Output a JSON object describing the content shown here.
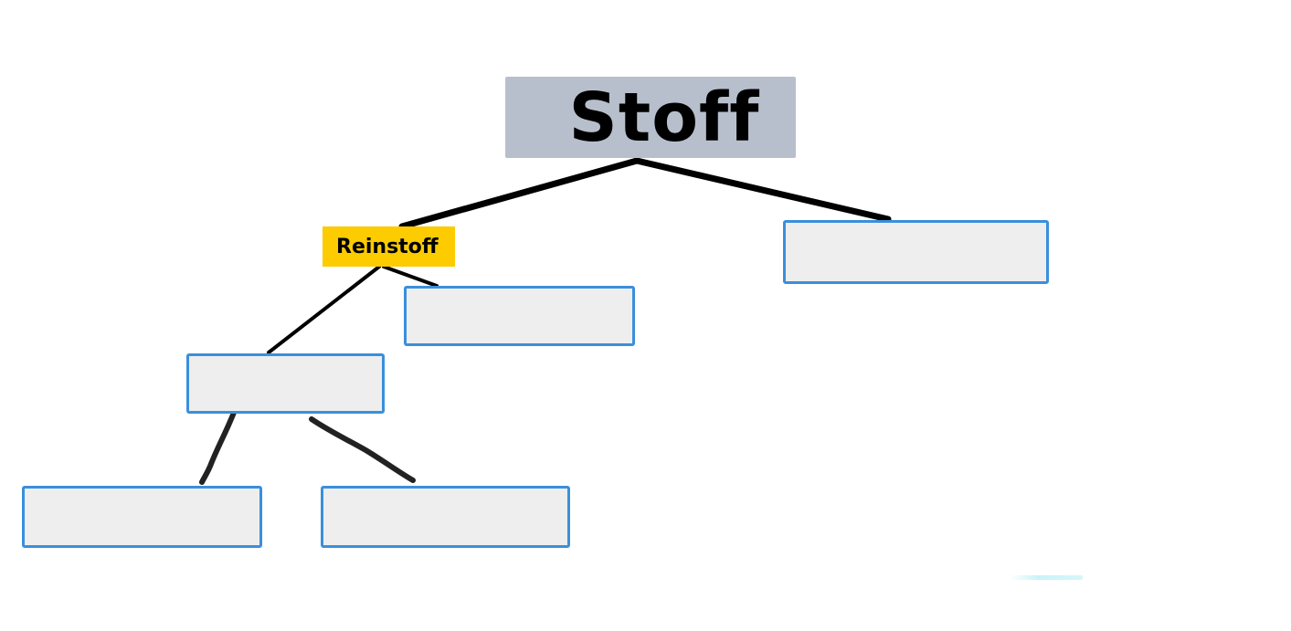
{
  "diagram": {
    "root": {
      "label": "Stoff"
    },
    "tag": {
      "label": "Reinstoff"
    },
    "colors": {
      "root_fill": "#b8bfcc",
      "tag_fill": "#fccb00",
      "box_fill": "#eeeeee",
      "box_border": "#3a8fdc",
      "line": "#000000"
    },
    "blank_boxes": [
      {
        "id": "right",
        "value": ""
      },
      {
        "id": "middle",
        "value": ""
      },
      {
        "id": "left",
        "value": ""
      },
      {
        "id": "bottom-left-1",
        "value": ""
      },
      {
        "id": "bottom-left-2",
        "value": ""
      }
    ]
  }
}
